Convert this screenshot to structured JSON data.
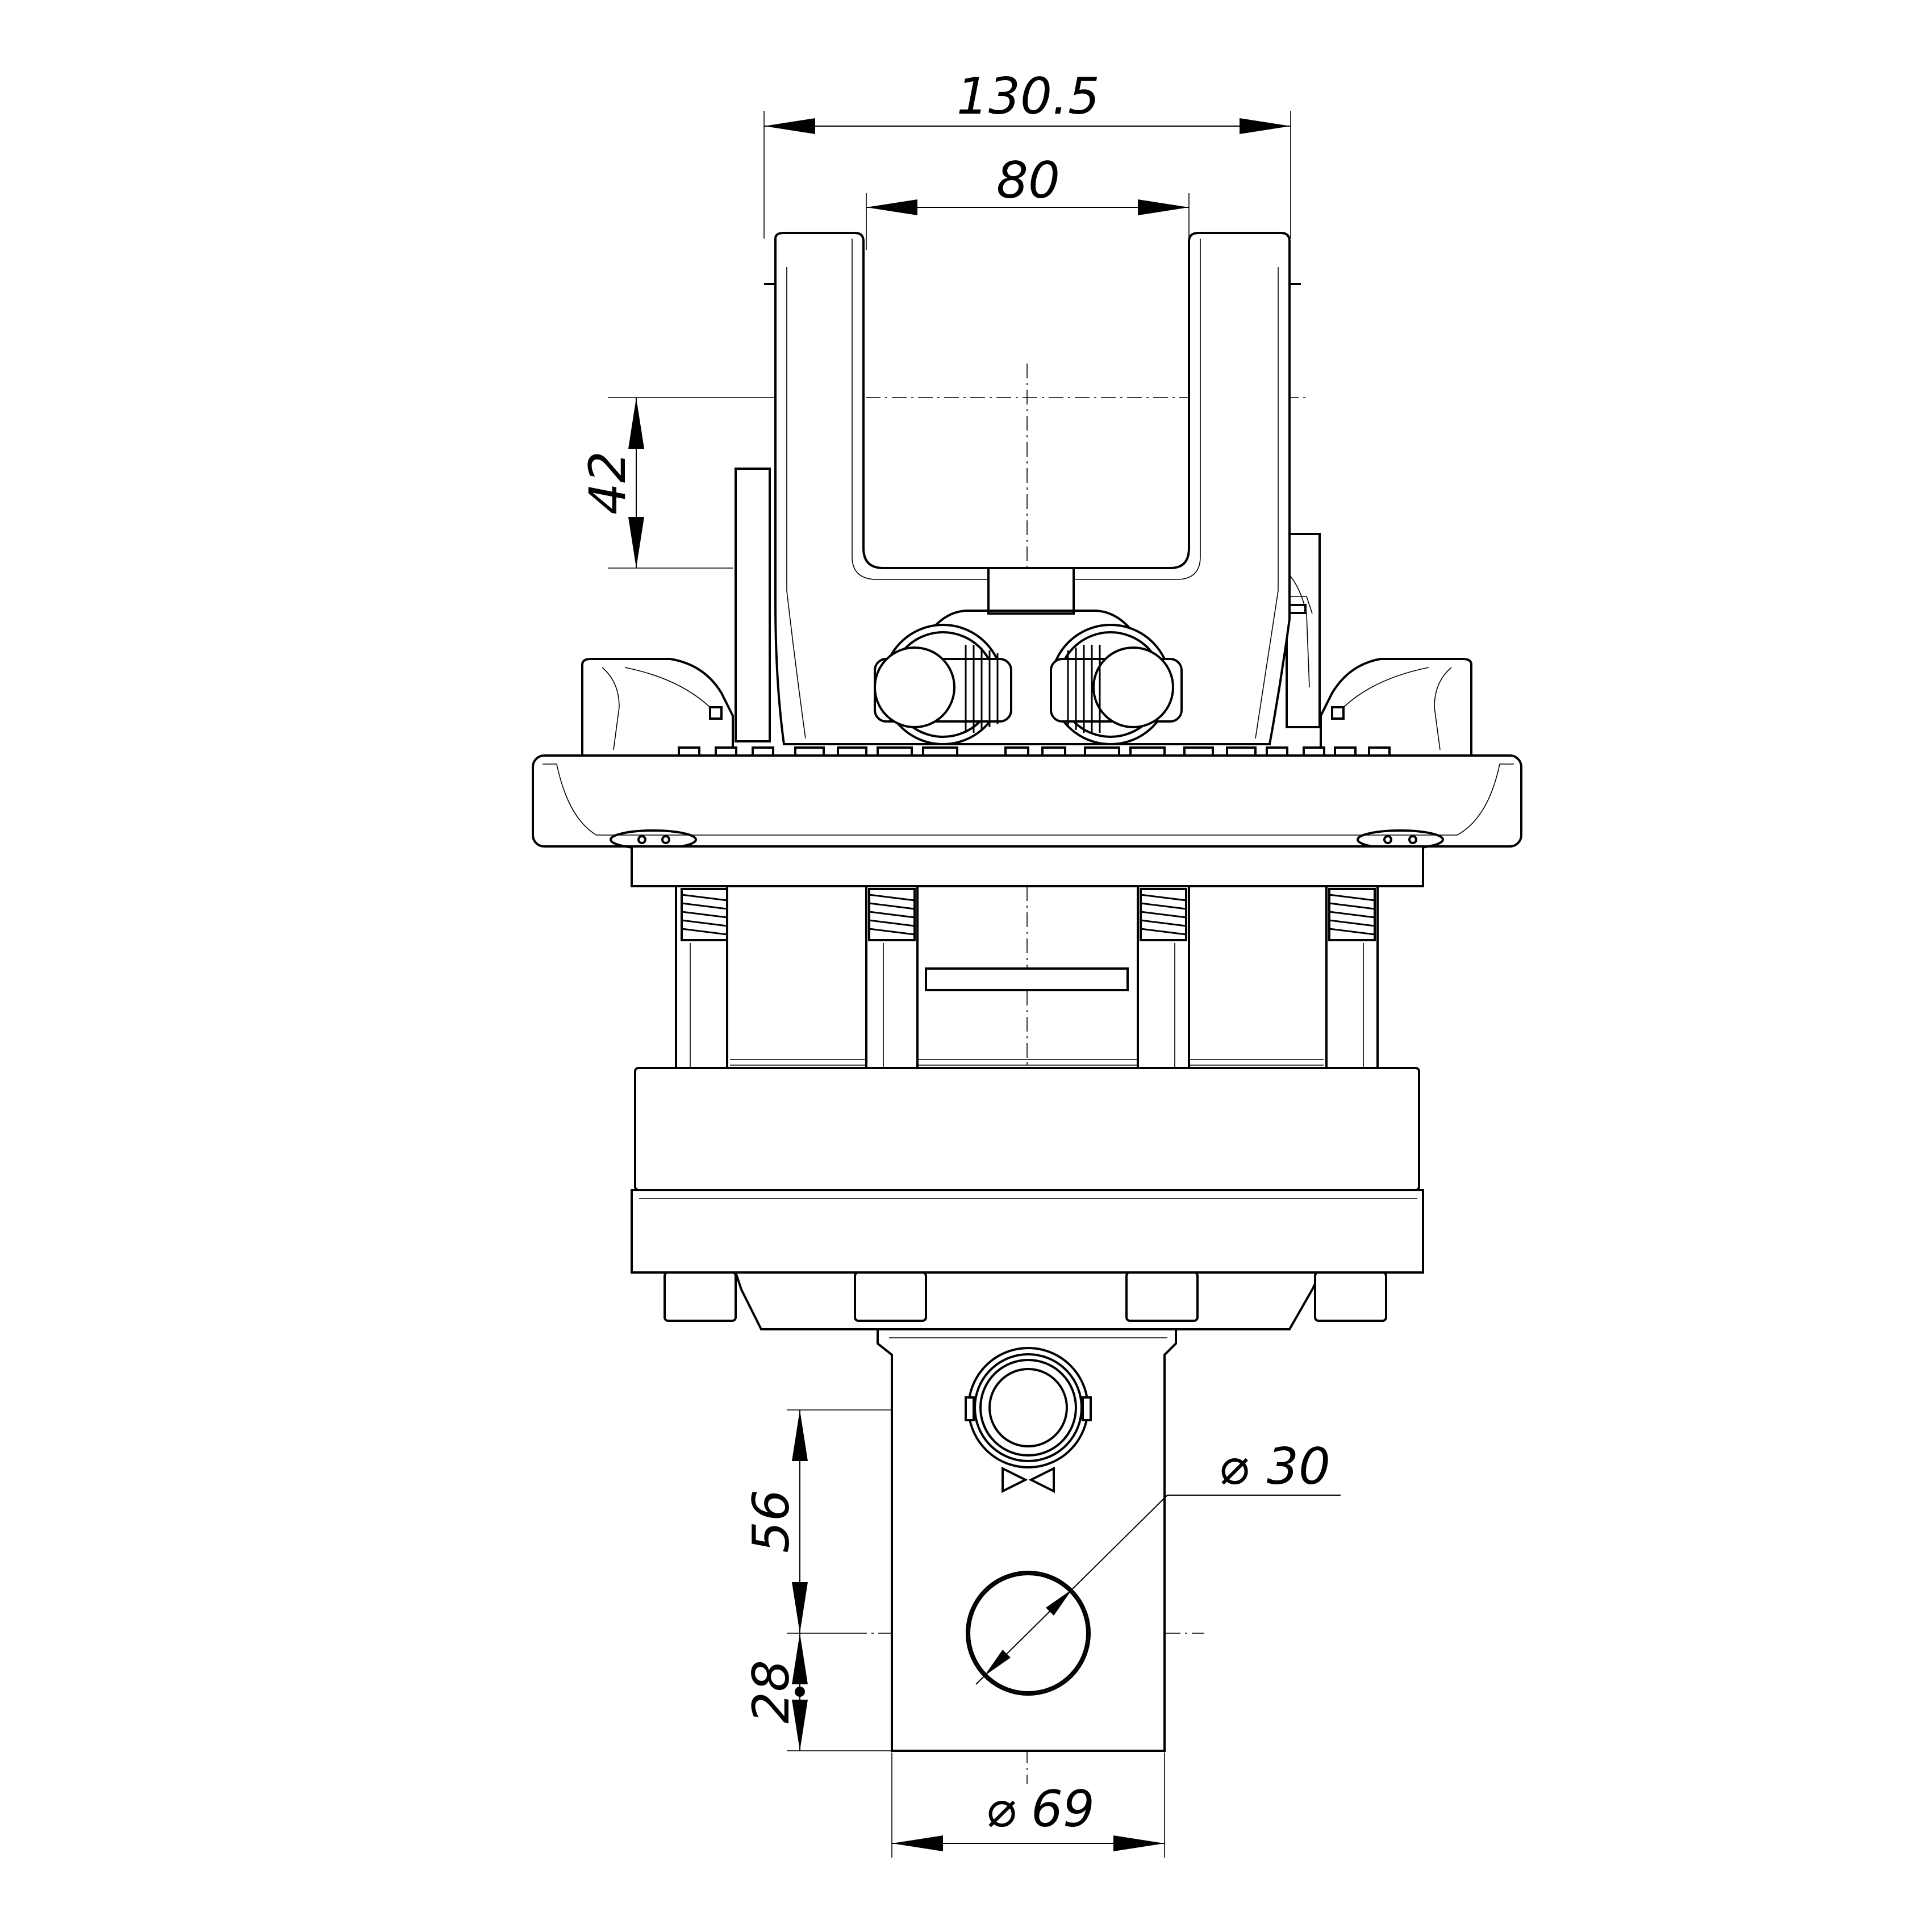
{
  "dimensions": {
    "overall_width": "130.5",
    "inner_width": "80",
    "pin_height": "42",
    "hole_spacing": "56",
    "hole_to_end": "28",
    "hole_diameter": "30",
    "shaft_diameter": "69"
  },
  "symbols": {
    "diameter": "⌀",
    "port_marker": "▷◁"
  }
}
